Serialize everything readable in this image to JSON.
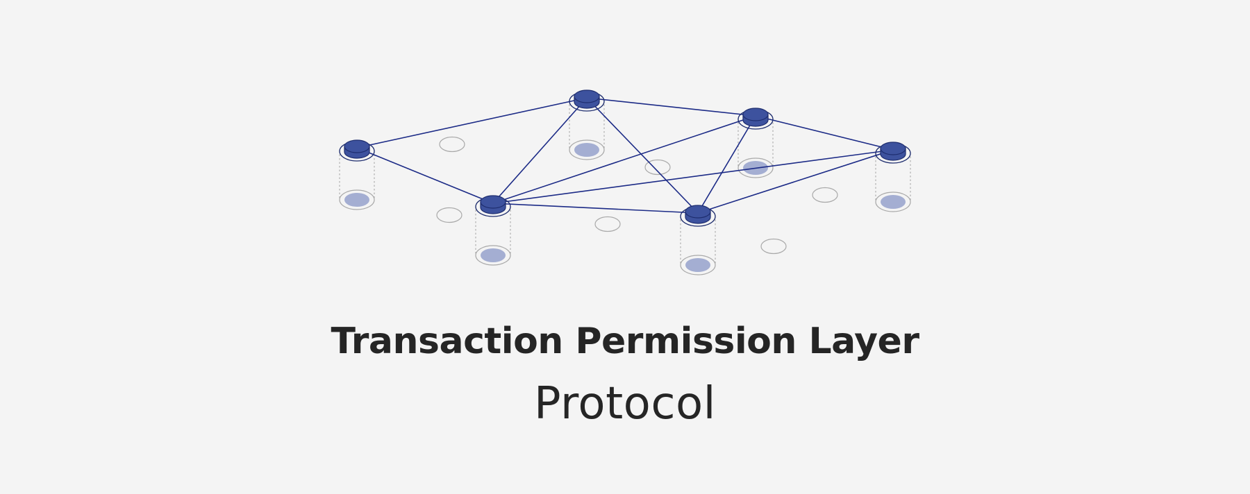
{
  "heading": {
    "title": "Transaction Permission Layer",
    "subtitle": "Protocol"
  },
  "colors": {
    "background": "#f4f4f4",
    "node_fill": "#3d529e",
    "node_edge": "#1e2d6e",
    "link": "#1b2a86",
    "shadow_fill": "#a4aed2",
    "faint_ring": "#a9a9a9",
    "text": "#252525"
  },
  "diagram": {
    "node_count": 6,
    "ghost_node_count": 6,
    "nodes": [
      {
        "id": "n1",
        "label": ""
      },
      {
        "id": "n2",
        "label": ""
      },
      {
        "id": "n3",
        "label": ""
      },
      {
        "id": "n4",
        "label": ""
      },
      {
        "id": "n5",
        "label": ""
      },
      {
        "id": "n6",
        "label": ""
      }
    ],
    "links": [
      [
        "n1",
        "n2"
      ],
      [
        "n1",
        "n4"
      ],
      [
        "n2",
        "n3"
      ],
      [
        "n2",
        "n4"
      ],
      [
        "n2",
        "n5"
      ],
      [
        "n3",
        "n4"
      ],
      [
        "n3",
        "n5"
      ],
      [
        "n3",
        "n6"
      ],
      [
        "n4",
        "n5"
      ],
      [
        "n4",
        "n6"
      ],
      [
        "n5",
        "n6"
      ]
    ]
  }
}
